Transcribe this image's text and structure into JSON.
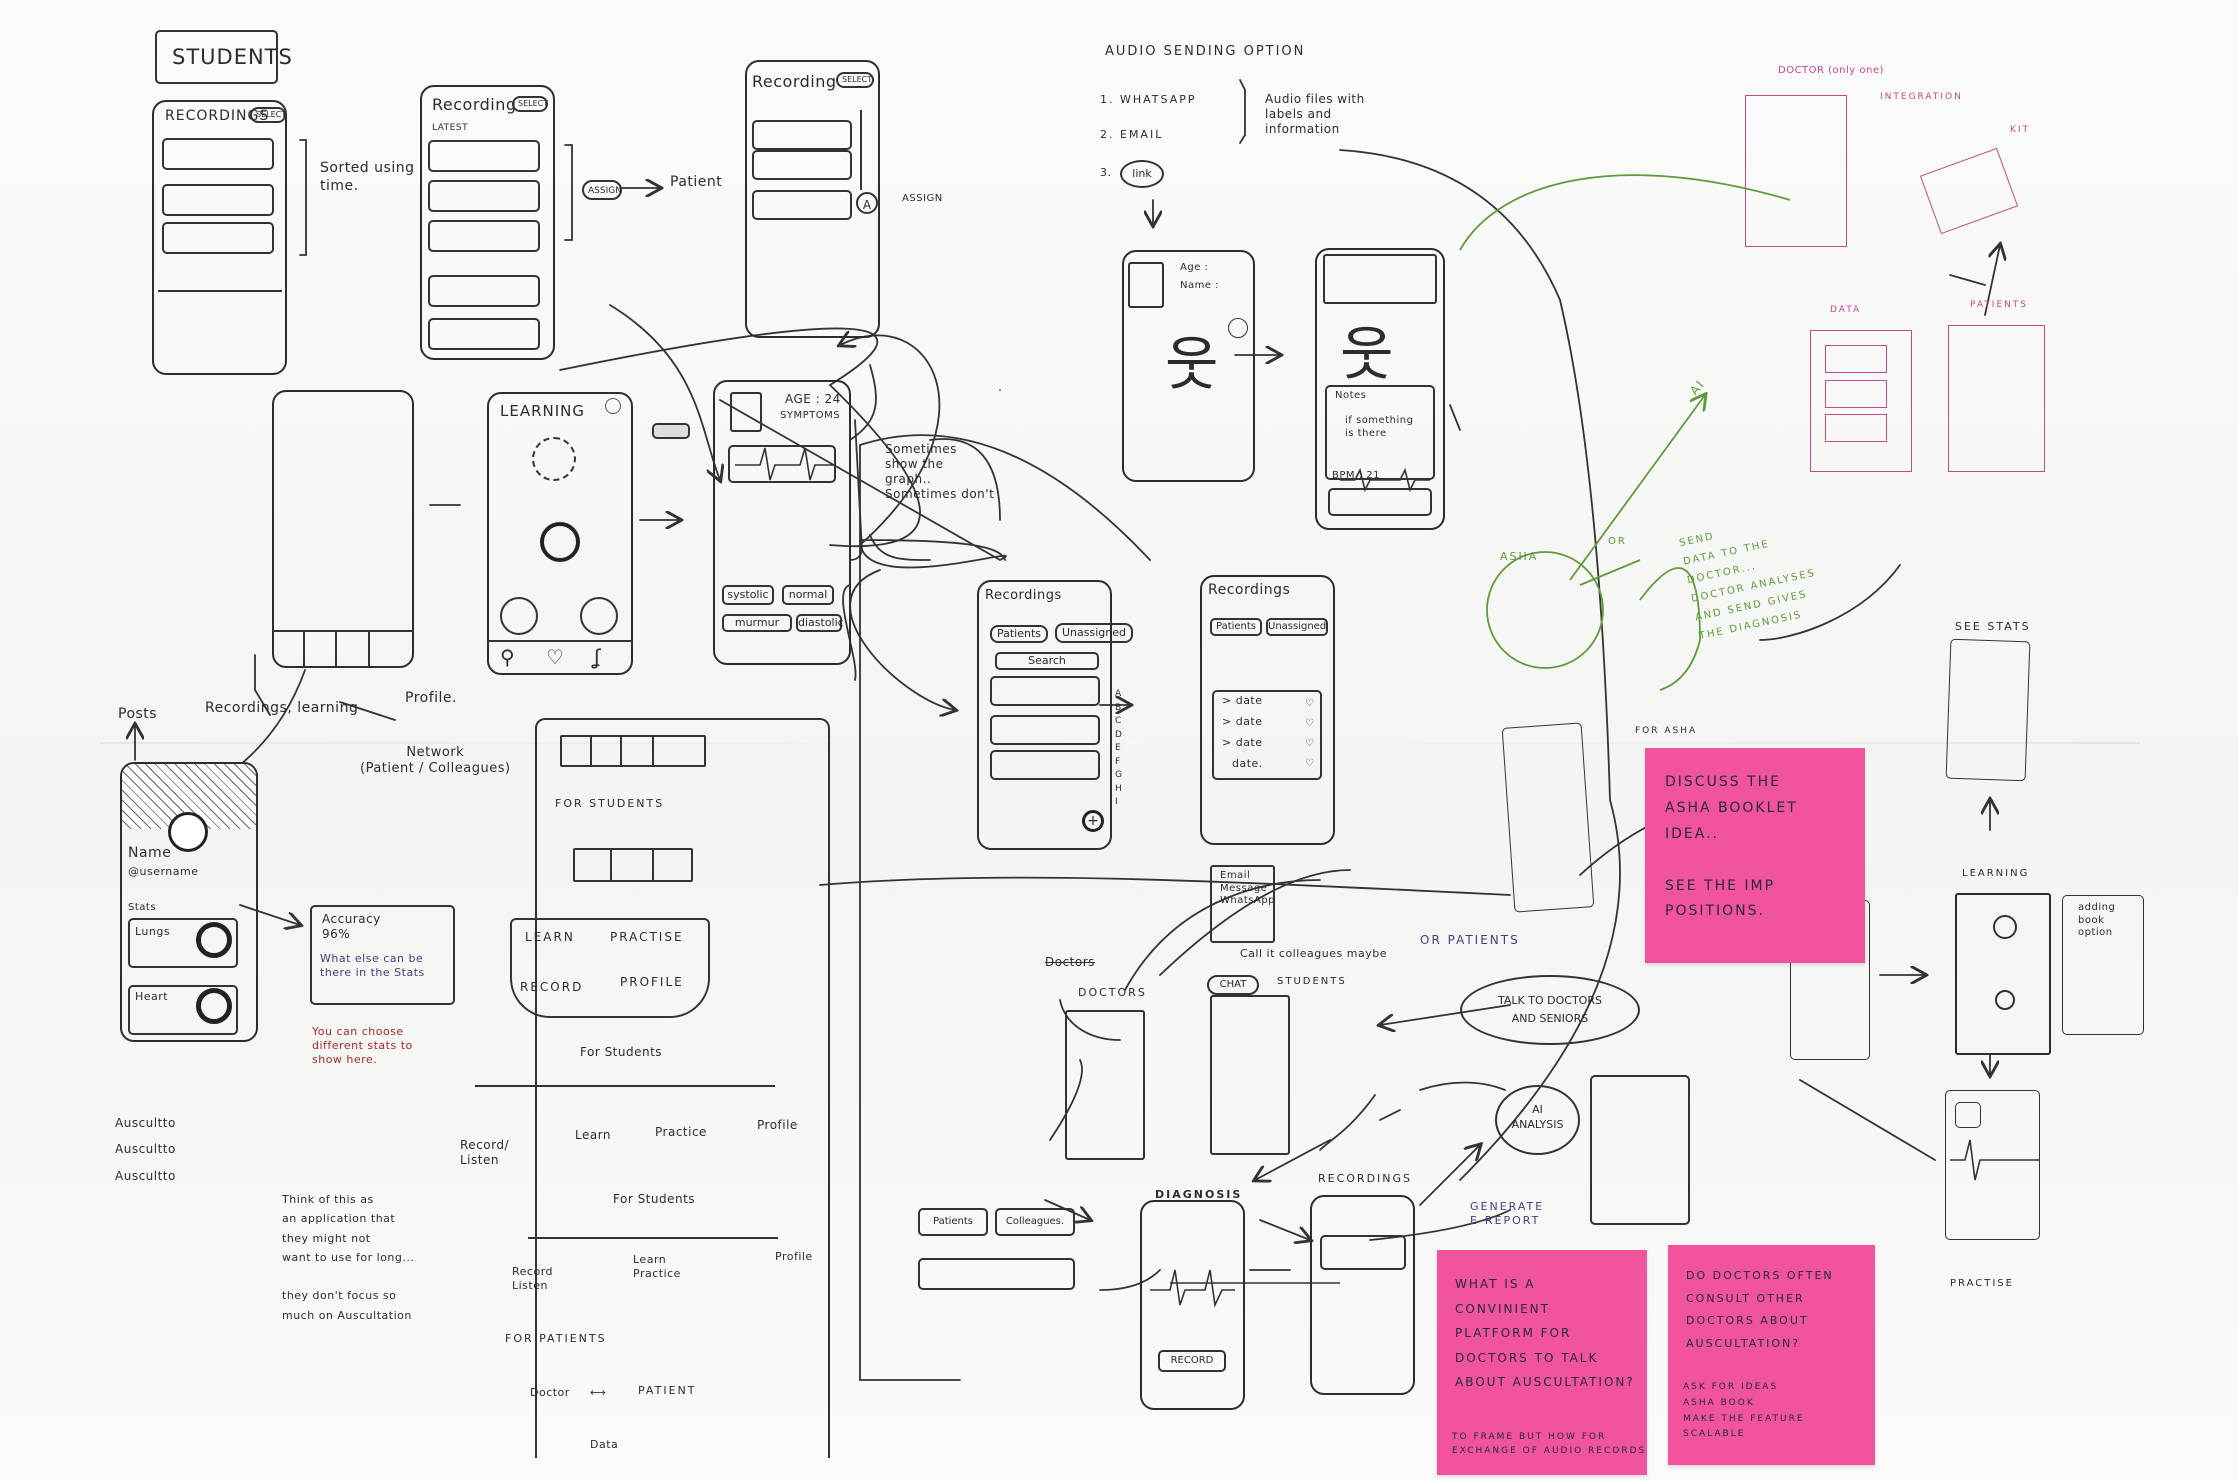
{
  "students_sketch": {
    "title": "STUDENTS",
    "recordings_phone_title": "RECORDINGS",
    "recordings_phone_chip": "SELECT",
    "recordings_sort_note": "Sorted using\ntime.",
    "recording_phone_title": "Recording",
    "recording_phone_chip": "SELECT",
    "recording_phone_sub": "LATEST",
    "assign_button": "ASSIGN",
    "assign_target": "Patient",
    "recording_phone2_title": "Recording",
    "recording_phone2_chip": "SELECT",
    "assign_label": "ASSIGN",
    "assign_letter": "A"
  },
  "learning_sketch": {
    "nav_labels": "Recordings,  learning",
    "profile_label": "Profile.",
    "posts_label": "Posts",
    "network_label": "Network\n(Patient / Colleagues)",
    "learning_phone_title": "LEARNING",
    "patient_card_age": "AGE : 24",
    "patient_card_symptoms": "SYMPTOMS",
    "tag_systolic": "systolic",
    "tag_normal": "normal",
    "tag_murmur": "murmur",
    "tag_diastolic": "diastolic",
    "graph_note": "Sometimes\nshow the\ngraph..\nSometimes don't"
  },
  "profile_sketch": {
    "name": "Name",
    "username": "@username",
    "stats_label": "Stats",
    "lungs_label": "Lungs",
    "heart_label": "Heart",
    "accuracy_label": "Accuracy\n96%",
    "accuracy_note": "What else can be\nthere in the Stats",
    "stats_note": "You can choose\ndifferent stats to\nshow here.",
    "auscult_words": "Auscultto\nAuscultto\nAuscultto",
    "think_note": "Think of this as\nan application that\nthey might not\nwant to use for long...\n\nthey don't focus so\nmuch on Auscultation"
  },
  "flow_sketch": {
    "for_students_1": "FOR STUDENTS",
    "learn": "LEARN",
    "practise": "PRACTISE",
    "record": "RECORD",
    "profile": "PROFILE",
    "for_students_2": "For Students",
    "record_listen": "Record/\nListen",
    "learn2": "Learn",
    "practice2": "Practice",
    "profile2": "Profile",
    "for_students_3": "For Students",
    "record_listen2": "Record\nListen",
    "learn_practice": "Learn\nPractice",
    "profile3": "Profile",
    "for_patients": "FOR PATIENTS",
    "doctor": "Doctor",
    "patient": "PATIENT",
    "data": "Data"
  },
  "audio_sketch": {
    "title": "AUDIO SENDING OPTION",
    "opt1": "1. WHATSAPP",
    "opt2": "2. EMAIL",
    "opt3": "3.",
    "opt3_link": "link",
    "note": "Audio files with\nlabels and\ninformation",
    "age": "Age :",
    "name": "Name :",
    "notes": "Notes",
    "notes_text": "if something\nis there",
    "bpm": "BPM : 21"
  },
  "recordings_sketch": {
    "title1": "Recordings",
    "patients": "Patients",
    "unassigned": "Unassigned",
    "search": "Search",
    "letters": "A\nB\nC\nD\nE\nF\nG\nH\nI",
    "title2": "Recordings",
    "patients2": "Patients",
    "unassigned2": "Unassigned",
    "date_rows": [
      "> date",
      "> date",
      "> date",
      "date."
    ]
  },
  "doctors_sketch": {
    "share_box": "Email\nMessage\nWhatsApp",
    "call_note": "Call it colleagues maybe",
    "or_patients": "OR PATIENTS",
    "doctors_struck": "Doctors",
    "doctors": "DOCTORS",
    "chat": "CHAT",
    "students": "STUDENTS",
    "talk_bubble": "TALK TO DOCTORS\nAND SENIORS",
    "ai_bubble": "AI\nANALYSIS",
    "diagnosis": "DIAGNOSIS",
    "record_btn": "RECORD",
    "recordings": "RECORDINGS",
    "generate": "GENERATE\nE-REPORT",
    "patients_tab": "Patients",
    "colleagues_tab": "Colleagues."
  },
  "asha_sketch": {
    "ai": "AI",
    "asha": "ASHA",
    "or": "OR",
    "send_note": "SEND\nDATA TO THE\nDOCTOR...\nDOCTOR ANALYSES\nAND SEND GIVES\nTHE DIAGNOSIS",
    "for_asha": "FOR ASHA",
    "see_stats": "SEE STATS",
    "learning": "LEARNING",
    "adding_book": "adding\nbook\noption",
    "practise": "PRACTISE",
    "doctor_hint": "DOCTOR (only one)",
    "integration": "INTEGRATION",
    "kit": "KIT",
    "data": "DATA",
    "patients": "PATIENTS"
  },
  "stickies": {
    "asha_booklet": "DISCUSS THE\nASHA BOOKLET\nIDEA..\n\nSEE THE IMP\nPOSITIONS.",
    "platform": "WHAT IS A\nCONVINIENT\nPLATFORM FOR\nDOCTORS TO TALK\nABOUT AUSCULTATION?",
    "platform_sub": "TO FRAME BUT HOW FOR\nEXCHANGE OF AUDIO RECORDS",
    "consult": "DO DOCTORS OFTEN\nCONSULT OTHER\nDOCTORS ABOUT\nAUSCULTATION?",
    "consult_sub": "ASK FOR IDEAS\nASHA BOOK\nMAKE THE FEATURE\nSCALABLE"
  },
  "colors": {
    "ink": "#2c2c2c",
    "purple_ink": "#4a3b7e",
    "green_ink": "#5f9a3c",
    "magenta_ink": "#c04a8c",
    "red_ink": "#a12a2a",
    "sticky_pink": "#f0549c"
  }
}
